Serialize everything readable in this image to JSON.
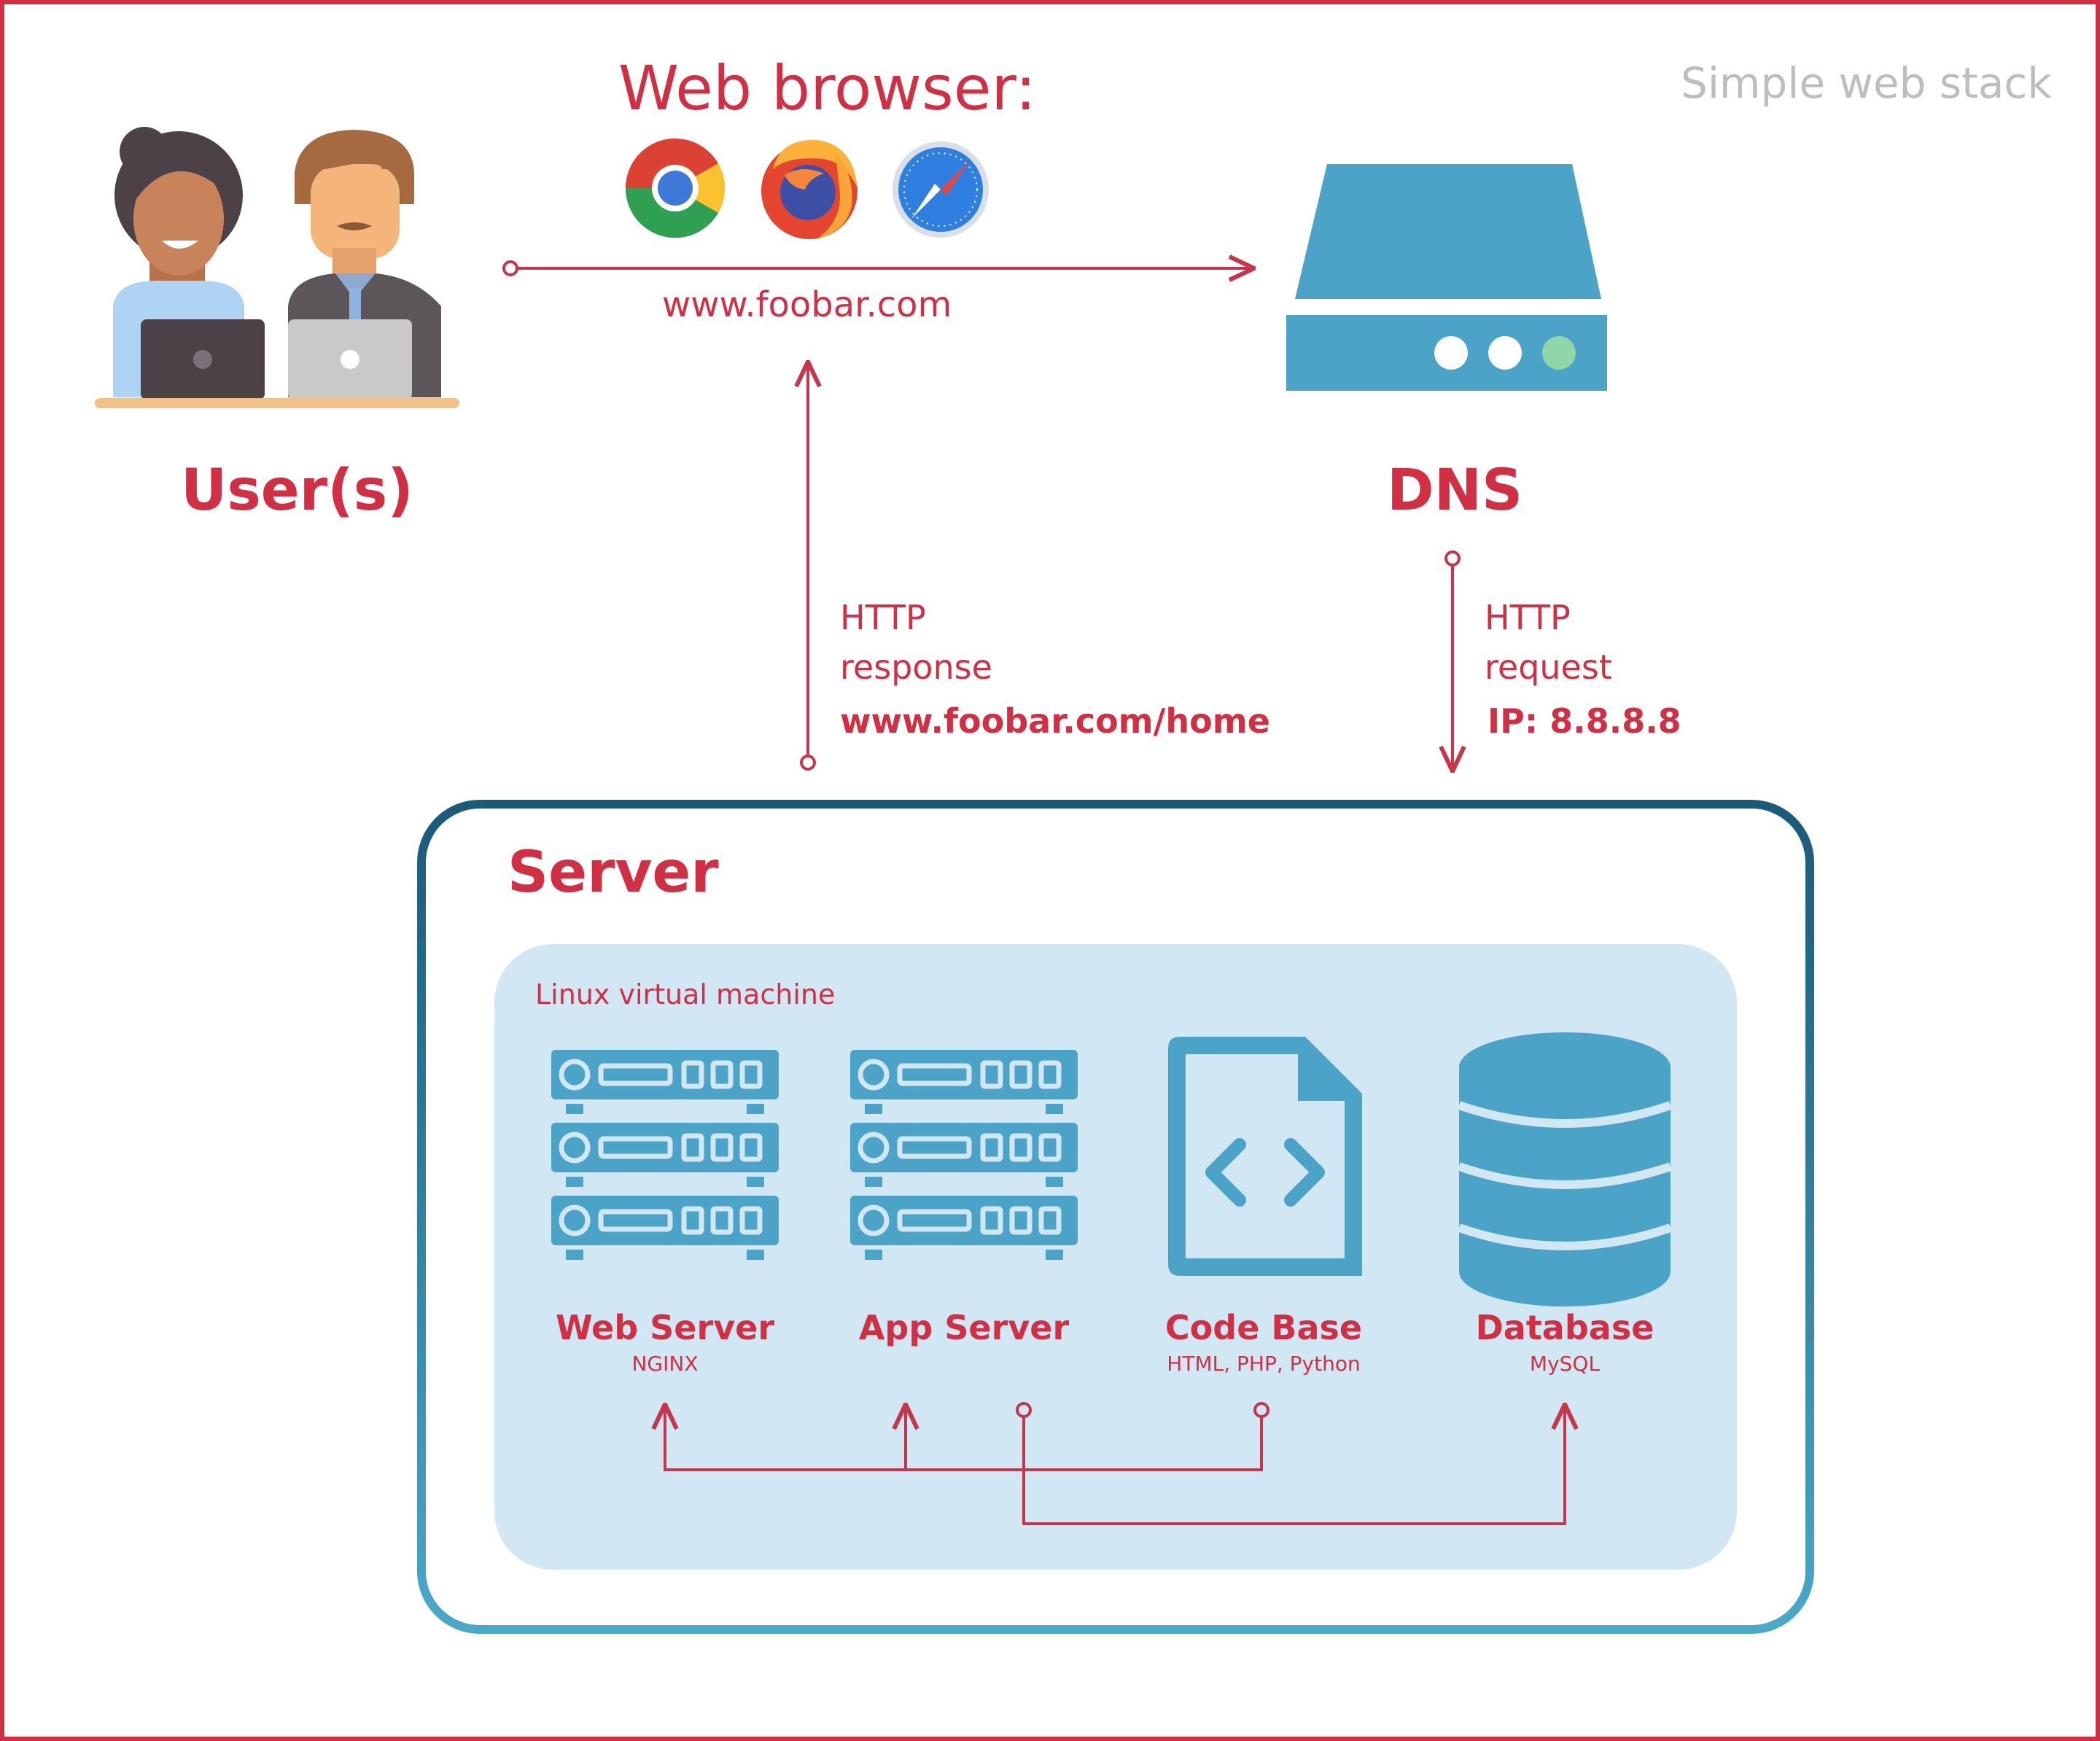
{
  "title": "Simple web stack",
  "browser": {
    "heading": "Web browser:",
    "url": "www.foobar.com",
    "icons": [
      "chrome-icon",
      "firefox-icon",
      "safari-icon"
    ]
  },
  "users": {
    "label": "User(s)"
  },
  "dns": {
    "label": "DNS"
  },
  "response": {
    "line1": "HTTP",
    "line2": "response",
    "url": "www.foobar.com/home"
  },
  "request": {
    "line1": "HTTP",
    "line2": "request",
    "ip": "IP: 8.8.8.8"
  },
  "server": {
    "title": "Server",
    "vm_label": "Linux virtual machine",
    "components": [
      {
        "name": "Web Server",
        "sub": "NGINX",
        "icon": "server-rack-icon"
      },
      {
        "name": "App Server",
        "sub": "",
        "icon": "server-rack-icon"
      },
      {
        "name": "Code Base",
        "sub": "HTML, PHP, Python",
        "icon": "code-file-icon"
      },
      {
        "name": "Database",
        "sub": "MySQL",
        "icon": "database-icon"
      }
    ]
  },
  "colors": {
    "accent_red": "#d02f44",
    "icon_blue": "#4ba3c7",
    "vm_panel": "#d1e7f3",
    "server_border_top": "#1b5a78",
    "server_border_bottom": "#4aa8c8",
    "title_gray": "#bdbdbd"
  }
}
